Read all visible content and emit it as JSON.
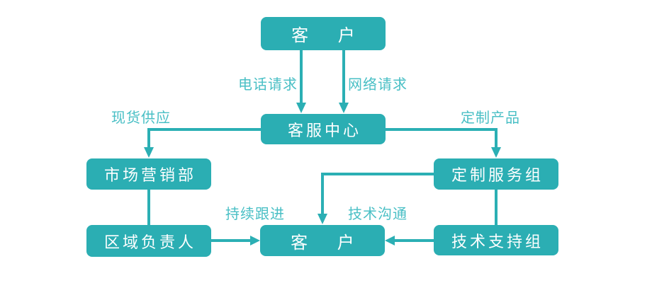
{
  "diagram": {
    "colors": {
      "box_fill": "#2BAEB3",
      "box_text": "#FFFFFF",
      "line": "#2BAFB4",
      "label_text": "#49BFC5",
      "background": "#FFFFFF"
    },
    "nodes": {
      "customer_top": {
        "label": "客 户"
      },
      "service_center": {
        "label": "客服中心"
      },
      "marketing_dept": {
        "label": "市场营销部"
      },
      "regional_manager": {
        "label": "区域负责人"
      },
      "custom_service_group": {
        "label": "定制服务组"
      },
      "tech_support_group": {
        "label": "技术支持组"
      },
      "customer_bottom": {
        "label": "客 户"
      }
    },
    "edge_labels": {
      "phone_request": "电话请求",
      "network_request": "网络请求",
      "spot_supply": "现货供应",
      "custom_product": "定制产品",
      "follow_up": "持续跟进",
      "tech_communication": "技术沟通"
    }
  }
}
